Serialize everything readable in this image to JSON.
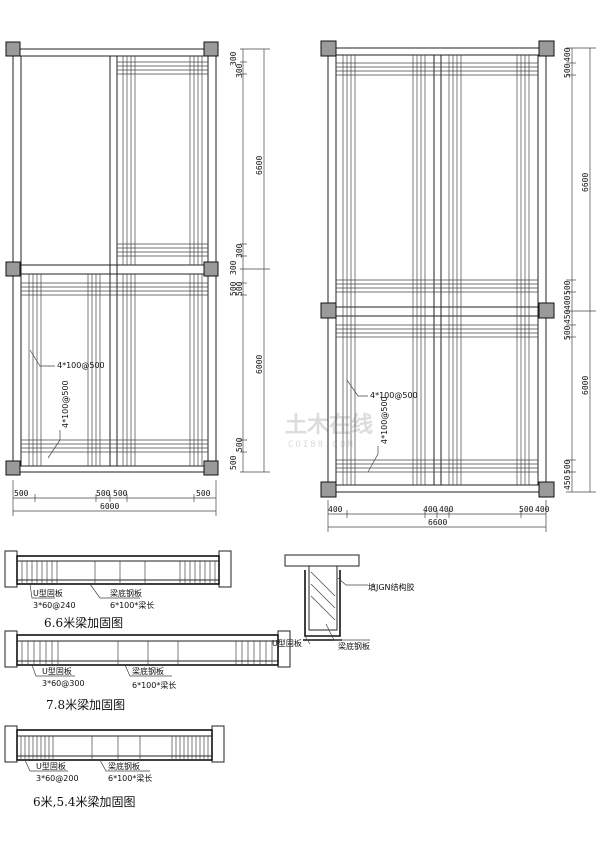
{
  "plan_left": {
    "dims_right": [
      "300",
      "300",
      "6600",
      "300",
      "300",
      "500",
      "500",
      "6000",
      "500",
      "500"
    ],
    "dims_bottom": [
      "500",
      "500",
      "500",
      "500"
    ],
    "total_width": "6000",
    "label_horizontal": "4*100@500",
    "label_vertical": "4*100@500"
  },
  "plan_right": {
    "dims_right": [
      "500",
      "400",
      "6600",
      "500",
      "400",
      "500",
      "450",
      "6000",
      "500",
      "450"
    ],
    "dims_bottom": [
      "400",
      "400",
      "400",
      "500",
      "400"
    ],
    "total_width": "6600",
    "label_horizontal": "4*100@500",
    "label_vertical": "4*100@500"
  },
  "watermark": {
    "text": "土木在线",
    "sub": "COI88.COM"
  },
  "section": {
    "glue_label": "填JGN结构胶",
    "u_plate_label": "U型固板",
    "bottom_plate_label": "梁底钢板"
  },
  "beams": [
    {
      "u_label": "U型固板",
      "u_spec": "3*60@240",
      "plate_label": "梁底钢板",
      "plate_spec": "6*100*梁长",
      "title": "6.6米梁加固图"
    },
    {
      "u_label": "U型固板",
      "u_spec": "3*60@300",
      "plate_label": "梁底钢板",
      "plate_spec": "6*100*梁长",
      "title": "7.8米梁加固图"
    },
    {
      "u_label": "U型固板",
      "u_spec": "3*60@200",
      "plate_label": "梁底钢板",
      "plate_spec": "6*100*梁长",
      "title": "6米,5.4米梁加固图"
    }
  ]
}
